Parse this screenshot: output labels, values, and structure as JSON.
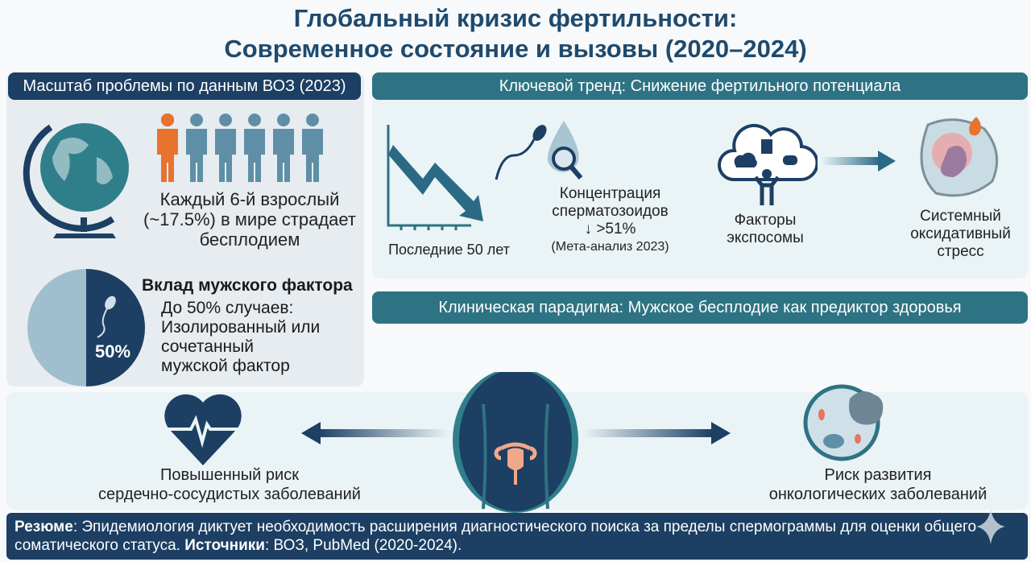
{
  "title": {
    "line1": "Глобальный кризис фертильности:",
    "line2": "Современное состояние и вызовы (2020–2024)"
  },
  "who_panel": {
    "header": "Масштаб проблемы по данным ВОЗ (2023)",
    "stat_lines": [
      "Каждый 6-й взрослый",
      "(~17.5%) в мире страдает",
      "бесплодием"
    ],
    "male_factor": {
      "heading": "Вклад мужского фактора",
      "lines": [
        "До 50% случаев:",
        "Изолированный или",
        "сочетанный",
        "мужской фактор"
      ],
      "pie_label": "50%",
      "pie_value_percent": 50
    }
  },
  "trend_panel": {
    "header": "Ключевой тренд: Снижение фертильного потенциала",
    "items": [
      {
        "lines": [
          "Последние 50 лет"
        ]
      },
      {
        "lines": [
          "Концентрация",
          "сперматозоидов",
          "↓ >51%",
          "(Мета-анализ 2023)"
        ]
      },
      {
        "lines": [
          "Факторы",
          "экспосомы"
        ]
      },
      {
        "lines": [
          "Системный",
          "оксидативный",
          "стресс"
        ]
      }
    ]
  },
  "clinical": {
    "header": "Клиническая парадигма: Мужское бесплодие как предиктор здоровья",
    "left": [
      "Повышенный риск",
      "сердечно-сосудистых заболеваний"
    ],
    "right": [
      "Риск развития",
      "онкологических заболеваний"
    ]
  },
  "summary": {
    "label1": "Резюме",
    "text1": ": Эпидемиология диктует необходимость расширения диагностического поиска за пределы спермограммы для оценки общего соматического статуса. ",
    "label2": "Источники",
    "text2": ": ВОЗ, PubMed (2020-2024)."
  },
  "colors": {
    "navy": "#1c3f63",
    "teal": "#2e7383",
    "orange": "#e8732f",
    "person": "#5f8fa6"
  }
}
